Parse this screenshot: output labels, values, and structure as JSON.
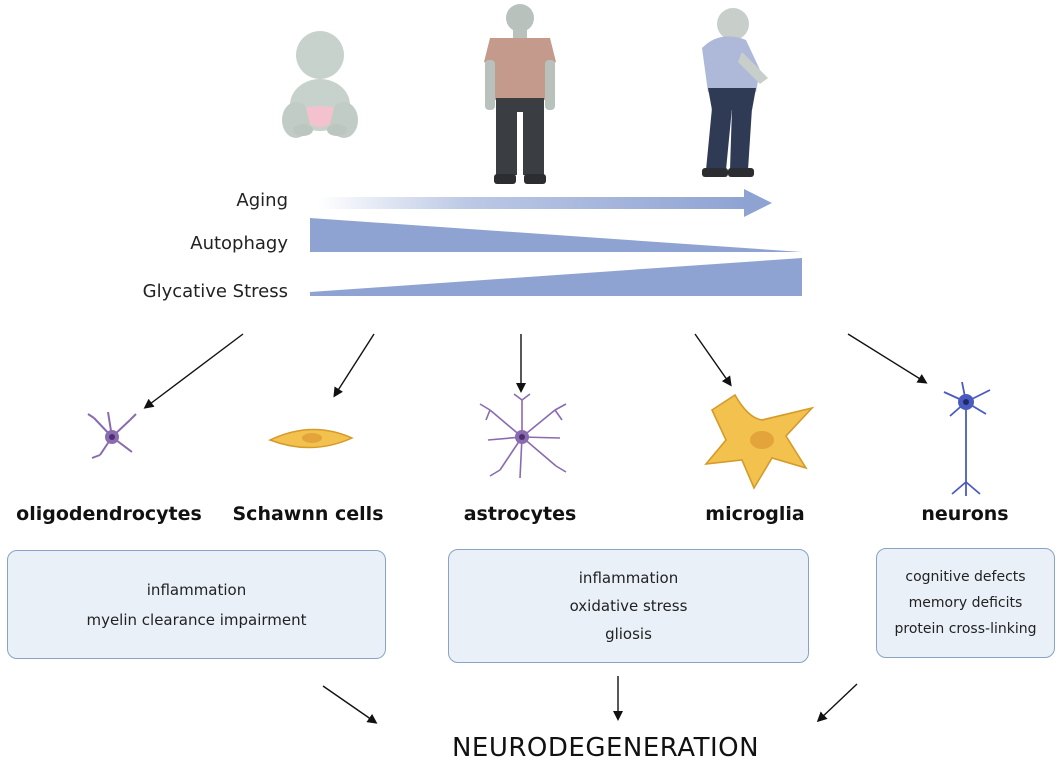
{
  "trends": {
    "aging": "Aging",
    "autophagy": "Autophagy",
    "glycative_stress": "Glycative Stress"
  },
  "cells": {
    "oligodendrocytes": "oligodendrocytes",
    "schwann": "Schawnn cells",
    "astrocytes": "astrocytes",
    "microglia": "microglia",
    "neurons": "neurons"
  },
  "boxes": {
    "left": [
      "inflammation",
      "myelin clearance impairment"
    ],
    "middle": [
      "inflammation",
      "oxidative stress",
      "gliosis"
    ],
    "right": [
      "cognitive defects",
      "memory deficits",
      "protein cross-linking"
    ]
  },
  "outcome": "NEURODEGENERATION",
  "colors": {
    "trend_blue": "#8fa3d3",
    "box_fill": "#e9f0f8",
    "box_border": "#8aa2c6",
    "purple_cell": "#8a6bb0",
    "yellow_cell": "#f2c14e",
    "neuron_blue": "#4a5bbf"
  }
}
